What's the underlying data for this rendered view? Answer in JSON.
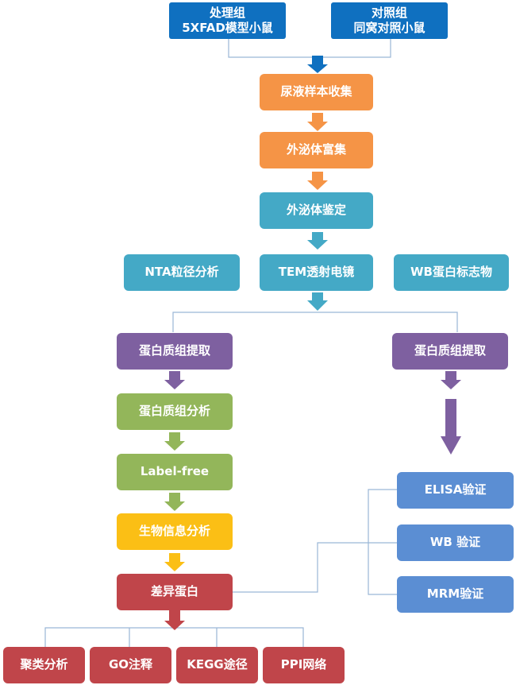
{
  "diagram": {
    "groups": {
      "treatment": {
        "line1": "处理组",
        "line2": "5XFAD模型小鼠"
      },
      "control": {
        "line1": "对照组",
        "line2": "同窝对照小鼠"
      }
    },
    "steps": {
      "urine_collection": "尿液样本收集",
      "exosome_enrichment": "外泌体富集",
      "exosome_identification": "外泌体鉴定",
      "nta": "NTA粒径分析",
      "tem": "TEM透射电镜",
      "wb_markers": "WB蛋白标志物",
      "proteome_extraction_left": "蛋白质组提取",
      "proteome_extraction_right": "蛋白质组提取",
      "proteome_analysis": "蛋白质组分析",
      "label_free": "Label-free",
      "bioinformatics": "生物信息分析",
      "diff_proteins": "差异蛋白"
    },
    "validation": {
      "elisa": "ELISA验证",
      "wb": "WB 验证",
      "mrm": "MRM验证"
    },
    "analyses": {
      "clustering": "聚类分析",
      "go": "GO注释",
      "kegg": "KEGG途径",
      "ppi": "PPI网络"
    }
  },
  "colors": {
    "groups": "#0f70c0",
    "enrichment": "#f59446",
    "identification": "#44a9c6",
    "extraction": "#7e60a0",
    "proteomics": "#93b65a",
    "bioinformatics": "#fbbf15",
    "results": "#c0454a",
    "validation": "#5b8ed3",
    "connector": "#9ab6d6"
  }
}
